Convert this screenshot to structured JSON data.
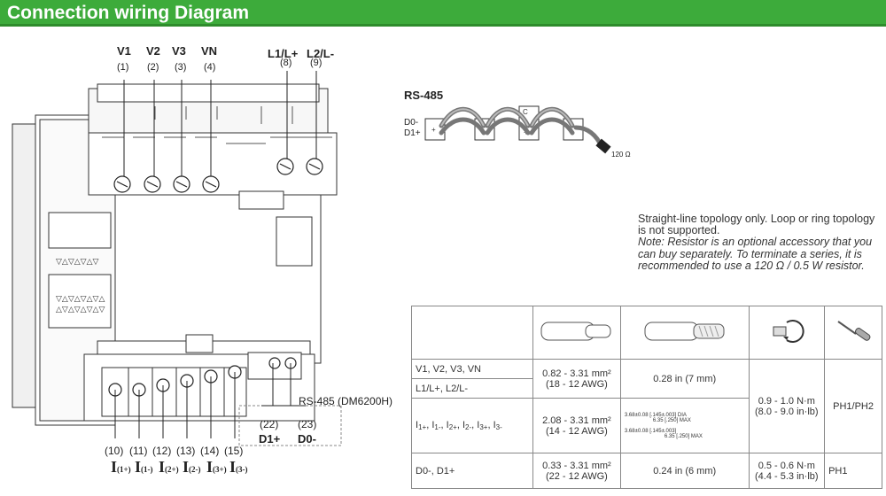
{
  "header": {
    "title": "Connection wiring Diagram"
  },
  "terminals_top": [
    {
      "label": "V1",
      "num": "(1)"
    },
    {
      "label": "V2",
      "num": "(2)"
    },
    {
      "label": "V3",
      "num": "(3)"
    },
    {
      "label": "VN",
      "num": "(4)"
    },
    {
      "label": "L1/L+",
      "num": "(8)"
    },
    {
      "label": "L2/L-",
      "num": "(9)"
    }
  ],
  "terminals_bottom": [
    {
      "num": "(10)",
      "label": "I",
      "sub": "(1+)"
    },
    {
      "num": "(11)",
      "label": "I",
      "sub": "(1-)"
    },
    {
      "num": "(12)",
      "label": "I",
      "sub": "(2+)"
    },
    {
      "num": "(13)",
      "label": "I",
      "sub": "(2-)"
    },
    {
      "num": "(14)",
      "label": "I",
      "sub": "(3+)"
    },
    {
      "num": "(15)",
      "label": "I",
      "sub": "(3-)"
    }
  ],
  "rs485_block": {
    "title": "RS-485 (DM6200H)",
    "d1_num": "(22)",
    "d0_num": "(23)",
    "d1_label": "D1+",
    "d0_label": "D0-"
  },
  "rs485_diagram": {
    "title": "RS-485",
    "d0": "D0-",
    "d1": "D1+",
    "resistor": "120 Ω",
    "markers": [
      "C",
      "+",
      "+",
      "+",
      "+"
    ]
  },
  "note": {
    "line1": "Straight-line topology only. Loop or ring topology is not supported.",
    "line2": "Note: Resistor is an optional accessory that you can buy separately. To terminate a series, it is recommended to use a 120 Ω / 0.5 W resistor."
  },
  "table": {
    "rows": [
      {
        "terminals": "V1, V2, V3, VN",
        "wire": "0.82 - 3.31 mm² (18 - 12 AWG)",
        "strip": "0.28 in (7 mm)",
        "torque": "0.9 - 1.0 N·m (8.0 - 9.0 in·lb)",
        "tool": "PH1/PH2"
      },
      {
        "terminals": "L1/L+, L2/L-"
      },
      {
        "terminals_current": "I1+, I1-, I2+, I2-, I3+, I3-",
        "wire": "2.08 - 3.31 mm² (14 - 12 AWG)"
      },
      {
        "terminals": "D0-, D1+",
        "wire": "0.33 - 3.31 mm² (22 - 12 AWG)",
        "strip": "0.24 in (6 mm)",
        "torque": "0.5 - 0.6 N·m (4.4 - 5.3 in·lb)",
        "tool": "PH1"
      }
    ],
    "current_labels": [
      {
        "base": "I",
        "sub": "1+"
      },
      {
        "base": "I",
        "sub": "1-"
      },
      {
        "base": "I",
        "sub": "2+"
      },
      {
        "base": "I",
        "sub": "2-"
      },
      {
        "base": "I",
        "sub": "3+"
      },
      {
        "base": "I",
        "sub": "3-"
      }
    ],
    "ferrule_dims": {
      "a": "3.68±0.08 [.145±.003] DIA",
      "b": "6.35 [.250] MAX",
      "c": "3.68±0.08 [.145±.003]",
      "d": "6.35 [.250] MAX"
    },
    "icons": [
      "wire-end-icon",
      "stripped-wire-icon",
      "torque-icon",
      "screwdriver-icon"
    ]
  }
}
